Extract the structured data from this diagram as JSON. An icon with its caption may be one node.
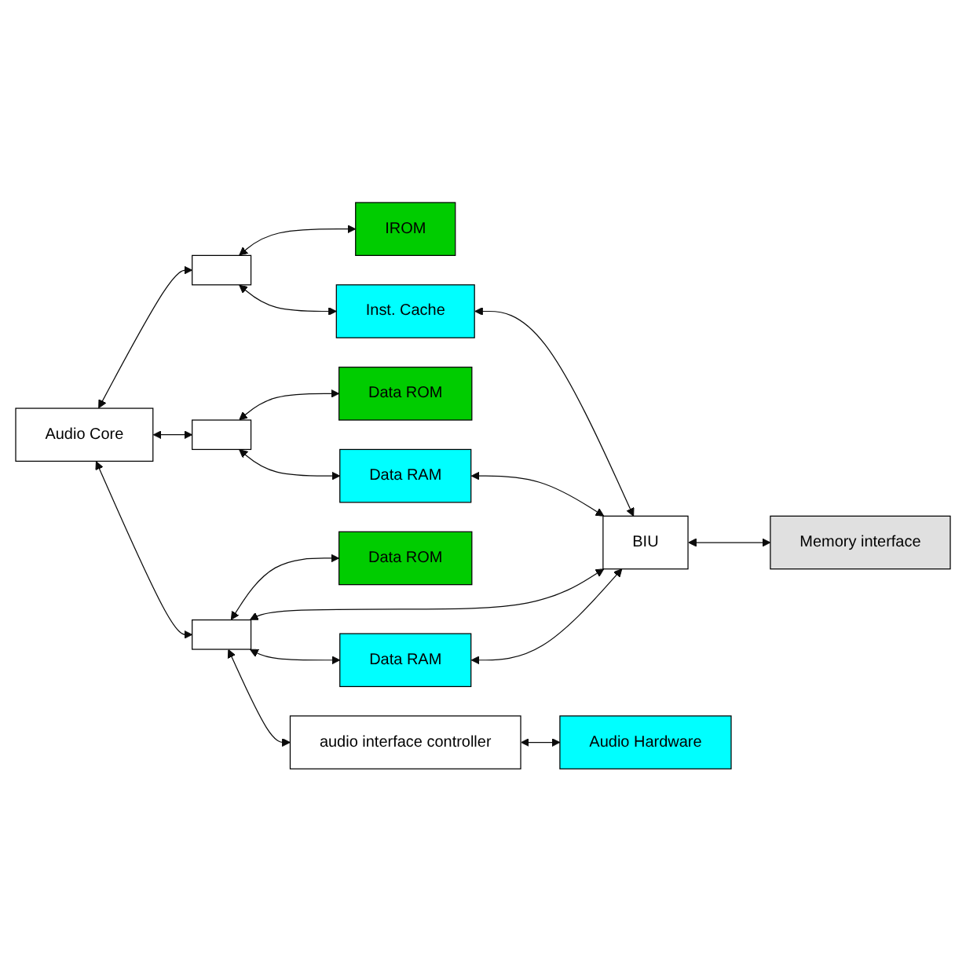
{
  "diagram": {
    "nodes": [
      {
        "text": [
          "Audio Core"
        ]
      },
      {
        "text": [
          "IROM"
        ]
      },
      {
        "text": [
          "Inst. Cache"
        ]
      },
      {
        "text": [
          "BIU"
        ]
      },
      {
        "text": [],
        "shape": "bar"
      },
      {
        "text": [
          "Data ROM"
        ]
      },
      {
        "text": [
          "Data RAM"
        ]
      },
      {
        "text": [
          "Memory interface"
        ]
      },
      {
        "text": [],
        "shape": "bar"
      },
      {
        "text": [],
        "shape": "bar"
      },
      {
        "text": [
          "Data ROM"
        ]
      },
      {
        "text": [
          "Data RAM"
        ]
      },
      {
        "text": [
          "audio interface controller"
        ]
      },
      {
        "text": [
          "Audio Hardware"
        ]
      }
    ],
    "edges": [
      {
        "from": 2,
        "to": 3,
        "arrow": "both"
      },
      {
        "from": 4,
        "to": 1,
        "arrow": "both"
      },
      {
        "from": 4,
        "to": 2,
        "arrow": "both"
      },
      {
        "from": 0,
        "to": 4,
        "arrow": "both"
      },
      {
        "from": 6,
        "to": 3,
        "arrow": "both"
      },
      {
        "from": 3,
        "to": 7,
        "arrow": "both"
      },
      {
        "from": 8,
        "to": 5,
        "arrow": "both"
      },
      {
        "from": 8,
        "to": 6,
        "arrow": "both"
      },
      {
        "from": 0,
        "to": 8,
        "arrow": "both"
      },
      {
        "from": 0,
        "to": 9,
        "arrow": "both"
      },
      {
        "from": 9,
        "to": 3,
        "arrow": "both"
      },
      {
        "from": 9,
        "to": 10,
        "arrow": "both"
      },
      {
        "from": 9,
        "to": 11,
        "arrow": "both"
      },
      {
        "from": 9,
        "to": 12,
        "arrow": "both"
      },
      {
        "from": 11,
        "to": 3,
        "arrow": "both"
      },
      {
        "from": 12,
        "to": 13,
        "arrow": "both"
      }
    ]
  }
}
